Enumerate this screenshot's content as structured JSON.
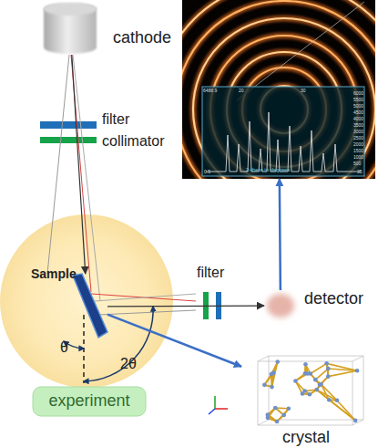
{
  "diagram": {
    "nodes": [
      {
        "text": [
          "cathode"
        ]
      },
      {
        "text": [
          "2-theta in degrees"
        ]
      },
      {
        "text": [
          "Sample"
        ]
      },
      {
        "text": [
          "detector"
        ]
      },
      {
        "text": [
          "experiment"
        ]
      },
      {
        "text": [
          "crystal"
        ]
      }
    ],
    "edges": [
      {
        "from": 0,
        "to": 2,
        "arrow": "to"
      },
      {
        "from": 2,
        "to": 3,
        "arrow": "to"
      },
      {
        "from": 3,
        "to": 1,
        "arrow": "to"
      },
      {
        "from": 2,
        "to": 5,
        "arrow": "to"
      }
    ],
    "labels": [
      "filter",
      "collimator",
      "θ",
      "2θ",
      "filter",
      "6488.9",
      "20",
      "30",
      "6000",
      "5500",
      "5000",
      "4500",
      "4000",
      "3500",
      "3000",
      "2500",
      "2000",
      "1500",
      "1000",
      "500",
      "0.5",
      "35"
    ]
  }
}
